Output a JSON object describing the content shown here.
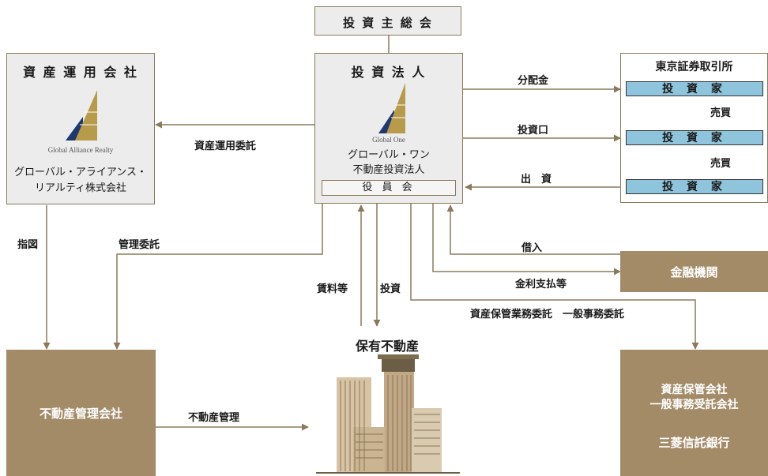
{
  "colors": {
    "line": "#8a7a5c",
    "brown_box": "#a38b68",
    "gray_box": "#ececec",
    "investor": "#8ec4dc",
    "logo_gold": "#b79a4a",
    "logo_navy": "#1d3a70"
  },
  "nodes": {
    "general_meeting": "投 資 主 総 会",
    "investment_corp": {
      "title": "投 資 法 人",
      "logo_caption": "Global One",
      "name_line1": "グローバル・ワン",
      "name_line2": "不動産投資法人",
      "board": "役 員 会"
    },
    "asset_manager": {
      "title": "資 産 運 用 会 社",
      "logo_caption": "Global Alliance Realty",
      "name_line1": "グローバル・アライアンス・",
      "name_line2": "リアルティ株式会社"
    },
    "exchange": {
      "title": "東京証券取引所",
      "investor": "投 資 家"
    },
    "financial": "金融機関",
    "property_manager": "不動産管理会社",
    "custodian": {
      "line1": "資産保管会社",
      "line2": "一般事務受託会社",
      "line3": "三菱信託銀行"
    },
    "properties": "保有不動産"
  },
  "edges": {
    "dividend": "分配金",
    "units": "投資口",
    "capital": "出　資",
    "trade": "売買",
    "asset_mgmt_delegation": "資産運用委託",
    "instruction": "指図",
    "mgmt_delegation": "管理委託",
    "rent": "賃料等",
    "investment": "投資",
    "borrowing": "借入",
    "interest": "金利支払等",
    "custody_admin": "資産保管業務委託　一般事務委託",
    "property_mgmt": "不動産管理"
  }
}
